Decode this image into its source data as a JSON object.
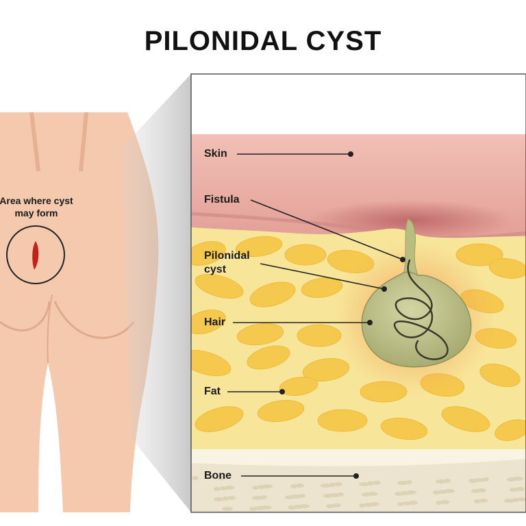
{
  "title": "PILONIDAL CYST",
  "body_view": {
    "label_line1": "Area where cyst",
    "label_line2": "may form"
  },
  "labels": {
    "skin": "Skin",
    "fistula": "Fistula",
    "pilonidal_line1": "Pilonidal",
    "pilonidal_line2": "cyst",
    "hair": "Hair",
    "fat": "Fat",
    "bone": "Bone"
  },
  "colors": {
    "skin_layer": "#eab0a6",
    "fat_layer": "#f7e69a",
    "fat_globule": "#f4c94e",
    "bone_layer": "#ece4cf",
    "cyst": "#c4c792",
    "body_skin": "#f4c9ad",
    "lesion": "#c3221c"
  }
}
